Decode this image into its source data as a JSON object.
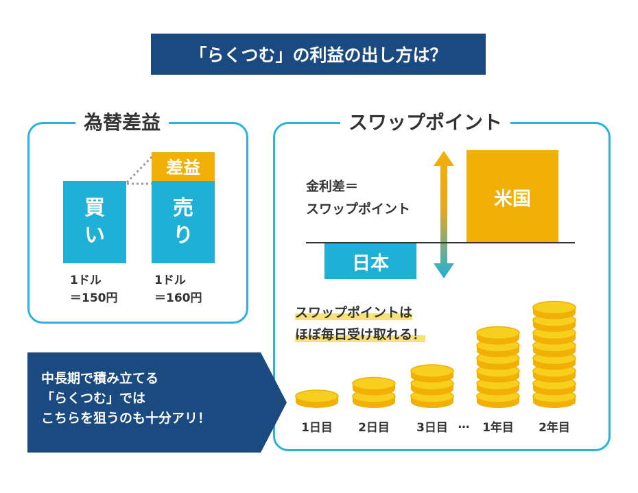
{
  "title": "「らくつむ」の利益の出し方は？",
  "fx_gain": {
    "heading": "為替差益",
    "buy_label": [
      "買",
      "い"
    ],
    "sell_label": [
      "売",
      "り"
    ],
    "gain_label": "差益",
    "buy_price": [
      "1ドル",
      "＝150円"
    ],
    "sell_price": [
      "1ドル",
      "＝160円"
    ]
  },
  "swap": {
    "heading": "スワップポイント",
    "formula": [
      "金利差＝",
      "スワップポイント"
    ],
    "us_label": "米国",
    "jp_label": "日本",
    "daily_note": [
      "スワップポイントは",
      "ほぼ毎日受け取れる！"
    ],
    "days": [
      "1日目",
      "2日目",
      "3日目",
      "1年目",
      "2年目"
    ],
    "ellipsis": "…",
    "coin_counts": [
      1,
      2,
      3,
      6,
      8
    ]
  },
  "callout": [
    "中長期で積み立てる",
    "「らくつむ」では",
    "こちらを狙うのも十分アリ！"
  ],
  "colors": {
    "navy": "#1a4a80",
    "cyan": "#29b3d9",
    "blue_box": "#1fb0d8",
    "yellow": "#f2b007",
    "coin": "#f7cf1e"
  }
}
